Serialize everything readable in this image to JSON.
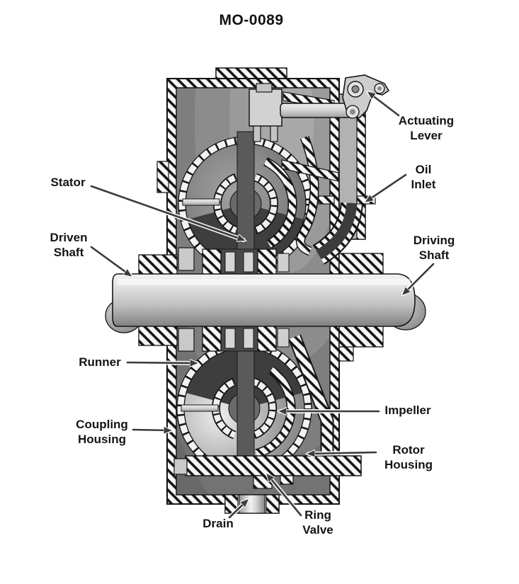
{
  "title": "MO-0089",
  "figure": {
    "type": "technical-cutaway-diagram",
    "subject": "Fluid coupling cross-section",
    "labels": {
      "actuating_lever": "Actuating\nLever",
      "oil_inlet": "Oil\nInlet",
      "stator": "Stator",
      "driven_shaft": "Driven\nShaft",
      "runner": "Runner",
      "coupling_housing": "Coupling\nHousing",
      "driving_shaft": "Driving\nShaft",
      "impeller": "Impeller",
      "rotor_housing": "Rotor\nHousing",
      "drain": "Drain",
      "ring_valve": "Ring\nValve"
    },
    "colors": {
      "background": "#ffffff",
      "line_work": "#161616",
      "leader_line": "#3b3b3b",
      "housing_gray": "#8a8a8a",
      "dark_chamber": "#3e3e3e",
      "hatch_background": "#f6f6f6",
      "metal_highlight": "#f2f2f2"
    }
  }
}
